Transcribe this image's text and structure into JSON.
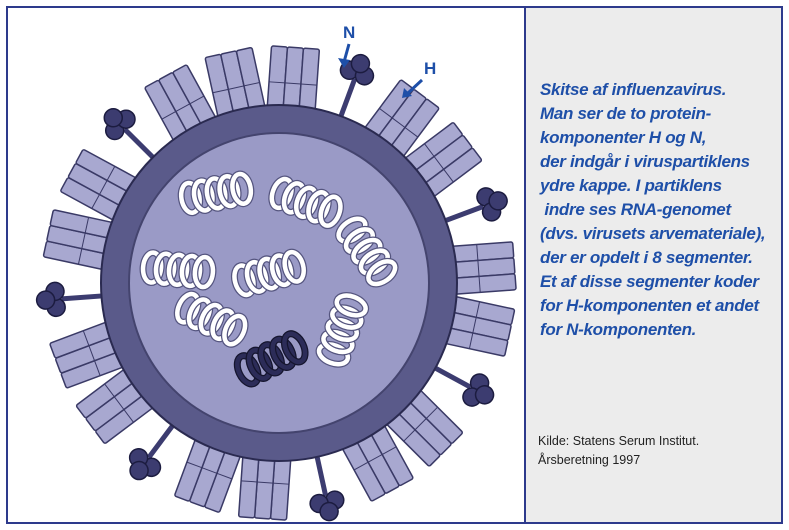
{
  "diagram": {
    "labels": {
      "n": "N",
      "h": "H"
    },
    "colors": {
      "envelope": "#5a5a8a",
      "interior": "#9a9ac6",
      "spike_fill": "#a8a8d0",
      "knob": "#3c3c70",
      "label": "#1e4fa8",
      "frame": "#2d3a8c",
      "caption_bg": "#ececec"
    }
  },
  "caption": {
    "lines": [
      "Skitse af influenzavirus.",
      "Man ser de to protein-",
      "komponenter H og N,",
      "der indgår i viruspartiklens",
      "ydre kappe. I partiklens",
      " indre ses RNA-genomet",
      "(dvs. virusets arvemateriale),",
      "der er opdelt i 8 segmenter.",
      "Et af disse segmenter koder",
      "for H-komponenten et andet",
      "for N-komponenten."
    ]
  },
  "source": {
    "lines": [
      "Kilde: Statens Serum Institut.",
      "Årsberetning 1997"
    ]
  }
}
